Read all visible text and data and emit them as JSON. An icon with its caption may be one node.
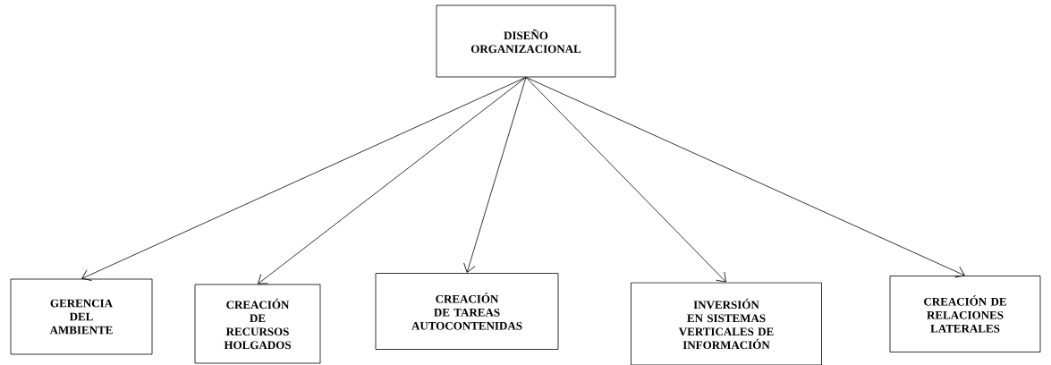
{
  "diagram": {
    "nodes": [
      {
        "text": [
          "DISEÑO ORGANIZACIONAL"
        ]
      },
      {
        "text": [
          "GERENCIA DEL AMBIENTE"
        ]
      },
      {
        "text": [
          "CREACIÓN DE RECURSOS HOLGADOS"
        ]
      },
      {
        "text": [
          "CREACIÓN DE TAREAS AUTOCONTENIDAS"
        ]
      },
      {
        "text": [
          "INVERSIÓN EN SISTEMAS VERTICALES DE INFORMACIÓN"
        ]
      },
      {
        "text": [
          "CREACIÓN DE RELACIONES LATERALES"
        ]
      }
    ],
    "edges": [
      {
        "from": 0,
        "to": 1,
        "arrow": "to"
      },
      {
        "from": 0,
        "to": 2,
        "arrow": "to"
      },
      {
        "from": 0,
        "to": 3,
        "arrow": "to"
      },
      {
        "from": 0,
        "to": 4,
        "arrow": "to"
      },
      {
        "from": 0,
        "to": 5,
        "arrow": "to"
      }
    ]
  }
}
